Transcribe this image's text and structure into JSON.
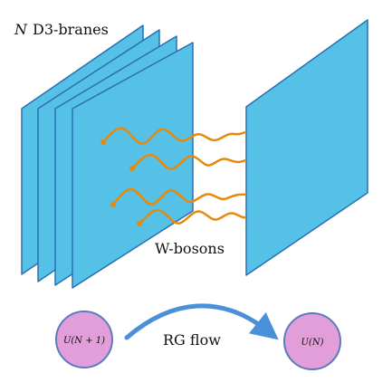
{
  "colors": {
    "brane_fill": "#56c1e6",
    "brane_stroke": "#2a6fb4",
    "string": "#e8890a",
    "arrow": "#4a90d9",
    "node_fill": "#e29ed9",
    "node_stroke": "#5a7bbf"
  },
  "labels": {
    "stack_n": "N",
    "stack_text": "D3-branes",
    "wbosons": "W-bosons",
    "rg_flow": "RG flow",
    "node_left": "U(N + 1)",
    "node_right": "U(N)"
  }
}
